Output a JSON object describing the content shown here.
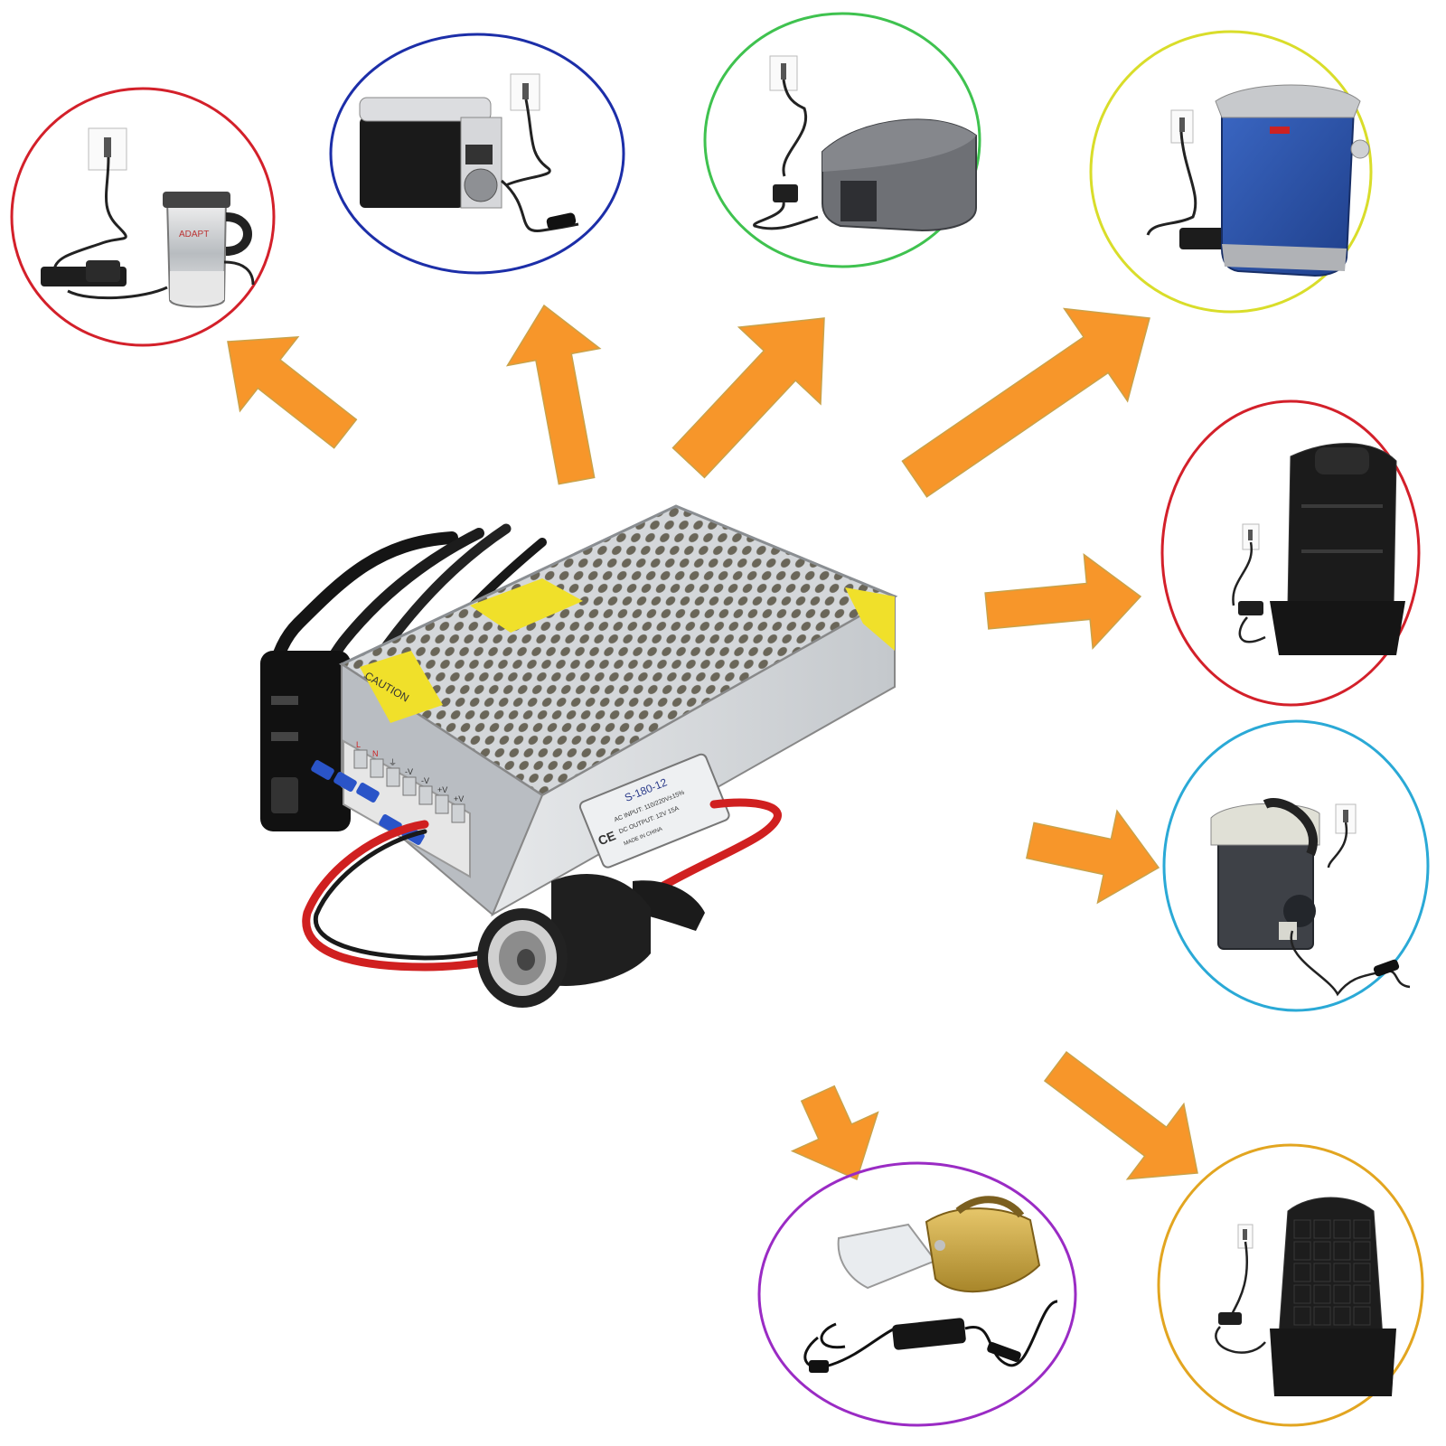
{
  "center_device": {
    "name": "12V AC-DC switching power supply with cigarette lighter socket",
    "label_model": "S-180-12",
    "label_ac": "AC INPUT: 110/220V±15%",
    "label_dc": "DC OUTPUT: 12V 15A",
    "label_made": "MADE IN CHINA",
    "caution_text": "CAUTION",
    "terminals": [
      "L",
      "N",
      "⏚",
      "-V",
      "-V",
      "+V",
      "+V"
    ]
  },
  "appliances": [
    {
      "id": "heated-travel-mug",
      "ring_color": "#d3202a",
      "mug_brand": "ADAPT"
    },
    {
      "id": "mini-fridge-warmer",
      "ring_color": "#1c2ea8"
    },
    {
      "id": "grey-thermoelectric-cooler",
      "ring_color": "#3fc24f"
    },
    {
      "id": "blue-portable-cooler",
      "ring_color": "#d9dd2a"
    },
    {
      "id": "massage-seat-cushion",
      "ring_color": "#d3202a"
    },
    {
      "id": "portable-cooler-with-strap",
      "ring_color": "#2aa9d6"
    },
    {
      "id": "heated-seat-cushion",
      "ring_color": "#e2a520"
    },
    {
      "id": "handheld-car-vacuum",
      "ring_color": "#9a2bc4"
    }
  ],
  "arrow_color": "#f7962a",
  "arrow_outline": "#c9a24a"
}
